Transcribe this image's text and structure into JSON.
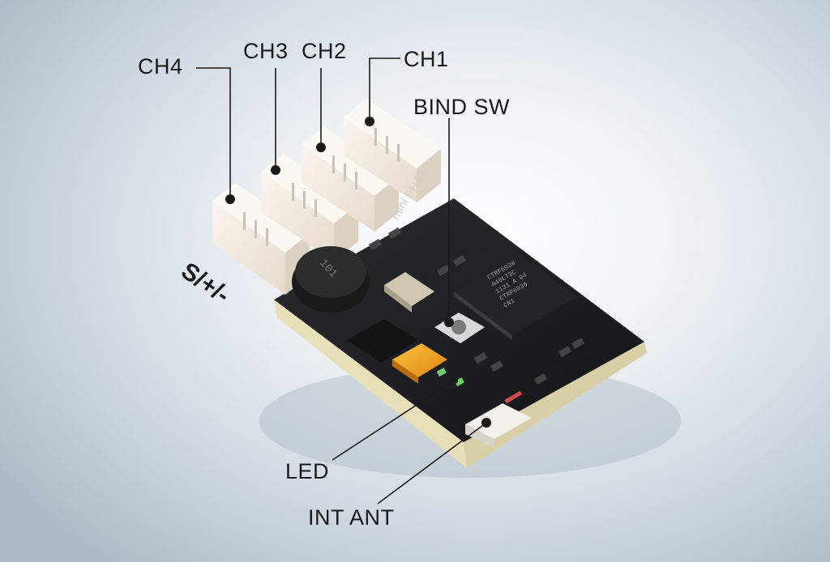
{
  "callouts": {
    "ch4": "CH4",
    "ch3": "CH3",
    "ch2": "CH2",
    "ch1": "CH1",
    "bind_sw": "BIND SW",
    "led": "LED",
    "int_ant": "INT ANT"
  },
  "pin_label": "S/+/-",
  "board": {
    "model_text": "mini FH4T",
    "inductor_marking": "101",
    "chip_lines": [
      "CTRF6936",
      "A49LT3C",
      "1131 A 04",
      "CTRF6936",
      "CN1"
    ]
  },
  "colors": {
    "pcb": "#1b1d20",
    "pcb_edge": "#e8dfb8",
    "connector": "#f2e9df",
    "tantalum_cap": "#f0a21a",
    "background_light": "#eef2f6"
  }
}
